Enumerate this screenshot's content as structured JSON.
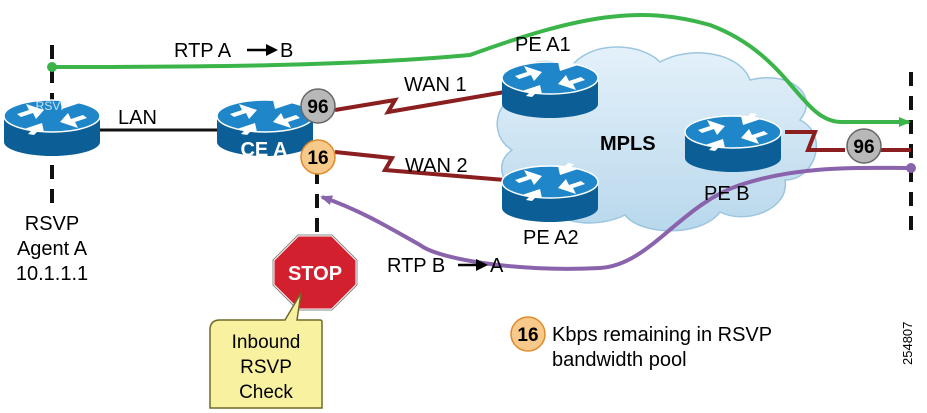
{
  "labels": {
    "rtp_ab": "RTP A",
    "rtp_ab_end": "B",
    "rtp_ba": "RTP B",
    "rtp_ba_end": "A",
    "lan": "LAN",
    "wan1": "WAN 1",
    "wan2": "WAN 2",
    "mpls": "MPLS",
    "pe_a1": "PE A1",
    "pe_a2": "PE A2",
    "pe_b": "PE B",
    "ce_a": "CE A",
    "rsvp_badge": "RSVP",
    "agent_line1": "RSVP",
    "agent_line2": "Agent A",
    "agent_line3": "10.1.1.1",
    "stop": "STOP",
    "callout_line1": "Inbound",
    "callout_line2": "RSVP",
    "callout_line3": "Check",
    "legend_line1": "Kbps remaining in RSVP",
    "legend_line2": "bandwidth pool",
    "figure_id": "254807"
  },
  "badges": {
    "ce_a_wan1": "96",
    "ce_a_wan2": "16",
    "pe_b": "96",
    "legend": "16"
  },
  "colors": {
    "path_ab": "#3bb54a",
    "path_ba": "#8a63ad",
    "wan_link": "#8b1e1e",
    "badge_gray": "#b8b8b8",
    "badge_orange": "#f7c98a",
    "cloud": "#d3e8f5",
    "stop_red": "#d3202f",
    "callout_yellow": "#f8f1a0"
  }
}
